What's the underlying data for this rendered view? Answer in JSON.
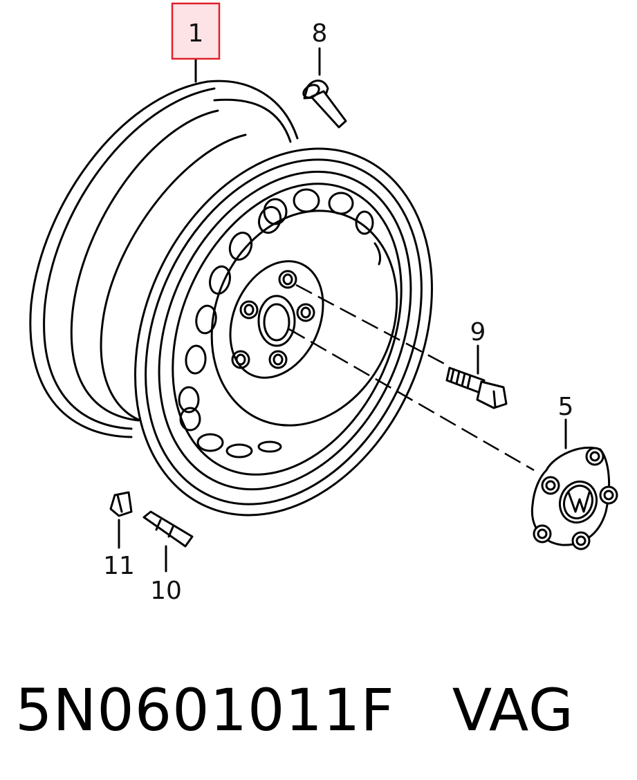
{
  "callouts": {
    "rim": "1",
    "cap": "5",
    "valve": "8",
    "bolt": "9",
    "weight_adhesive": "10",
    "weight_clip": "11"
  },
  "part_number_line": "5N0601011F   VAG",
  "highlight_color": "#e0202a",
  "highlight_fill": "#fde3e6"
}
